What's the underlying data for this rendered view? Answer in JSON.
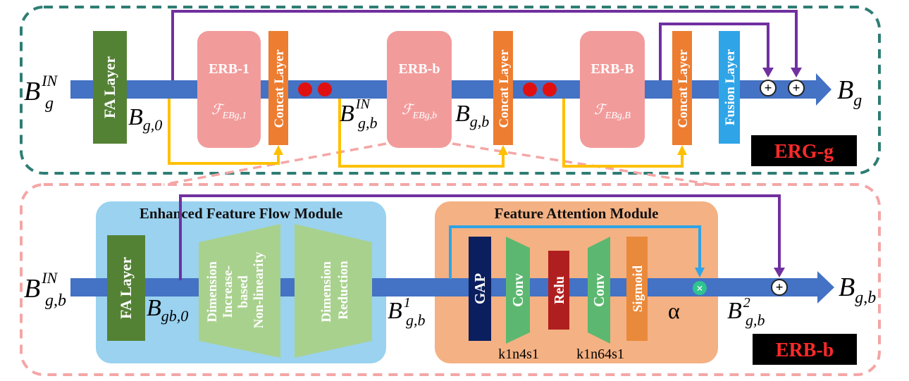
{
  "erg": {
    "tag": "ERG-g",
    "input_sym": {
      "main": "B",
      "sub": "g",
      "sup": "IN"
    },
    "output_sym": {
      "main": "B",
      "sub": "g"
    },
    "fa_label": "FA Layer",
    "b0_sym": {
      "main": "B",
      "sub": "g,0"
    },
    "erb_blocks": [
      {
        "name": "ERB-1",
        "func": {
          "main": "ℱ",
          "sub": "EBg,1"
        }
      },
      {
        "name": "ERB-b",
        "func": {
          "main": "ℱ",
          "sub": "EBg,b"
        }
      },
      {
        "name": "ERB-B",
        "func": {
          "main": "ℱ",
          "sub": "EBg,B"
        }
      }
    ],
    "concat_label": "Concat Layer",
    "fusion_label": "Fusion Layer",
    "mid_in_sym": {
      "main": "B",
      "sub": "g,b",
      "sup": "IN"
    },
    "mid_out_sym": {
      "main": "B",
      "sub": "g,b"
    },
    "plus": "+"
  },
  "erb": {
    "tag": "ERB-b",
    "input_sym": {
      "main": "B",
      "sub": "g,b",
      "sup": "IN"
    },
    "output_sym": {
      "main": "B",
      "sub": "g,b"
    },
    "efm_title": "Enhanced Feature Flow Module",
    "fa_label": "FA Layer",
    "b0_sym": {
      "main": "B",
      "sub": "gb,0"
    },
    "dim_increase": [
      "Dimension",
      "Increase-",
      "based",
      "Non-linearity"
    ],
    "dim_reduction": [
      "Dimension",
      "Reduction"
    ],
    "b1_sym": {
      "main": "B",
      "sub": "g,b",
      "sup": "1"
    },
    "fam_title": "Feature Attention Module",
    "fam_layers": {
      "gap": "GAP",
      "conv1": "Conv",
      "relu": "Relu",
      "conv2": "Conv",
      "sigmoid": "Sigmoid"
    },
    "alpha": "α",
    "b2_sym": {
      "main": "B",
      "sub": "g,b",
      "sup": "2"
    },
    "kernel1": "k1n4s1",
    "kernel2": "k1n64s1",
    "times": "×",
    "plus": "+"
  },
  "colors": {
    "trunk": "#4472c4",
    "erg_border": "#2e7d74",
    "erb_border": "#f4a6a6",
    "erb_fill": "#f29b9b",
    "concat": "#ed7d31",
    "fusion": "#2fa4e7",
    "fa": "#548235",
    "skip_purple": "#7030a0",
    "skip_yellow": "#ffc000",
    "efm_fill": "#9ad2f0",
    "fam_fill": "#f4b183",
    "dim_fill": "#a9d18e",
    "gap": "#0b1f5e",
    "conv": "#5cb870",
    "relu": "#b01f1f",
    "sigmoid": "#e9893b",
    "dots": "#e01010",
    "tag_bg": "#000000",
    "tag_text": "#ff2a2a"
  }
}
